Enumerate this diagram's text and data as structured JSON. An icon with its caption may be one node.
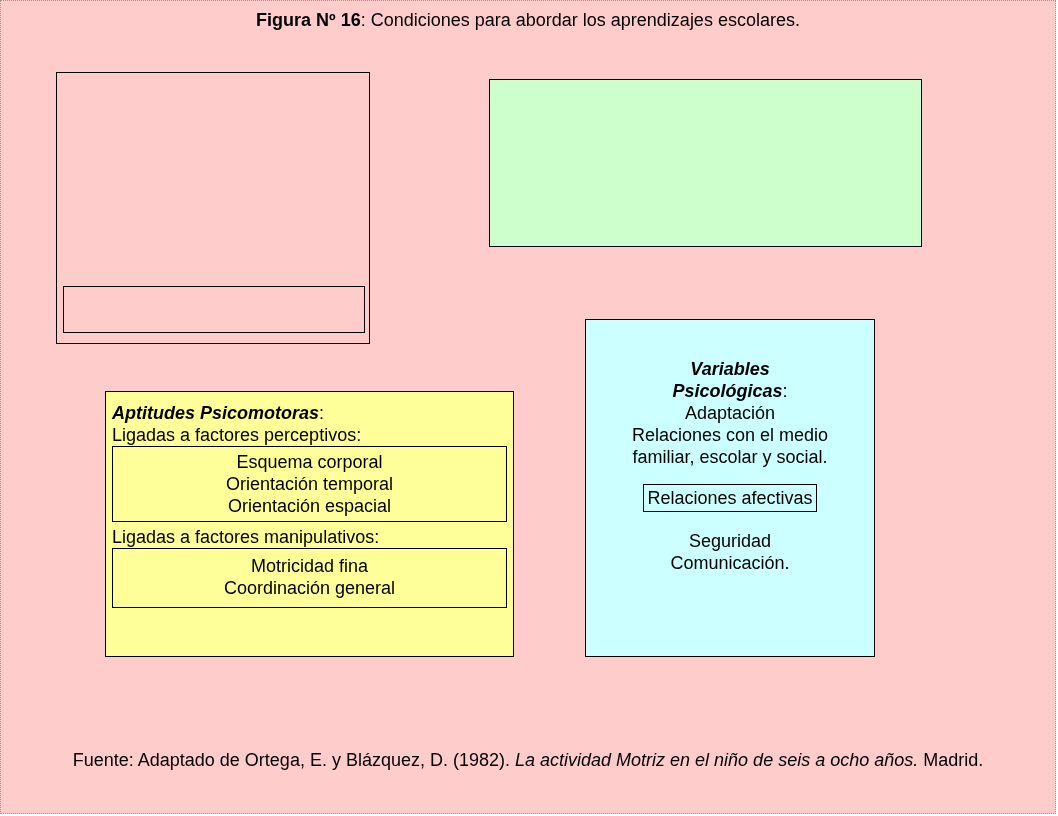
{
  "diagram": {
    "title": "**Figura Nº 16**: Condiciones para abordar los aprendizajes escolares.",
    "caption": "Fuente: Adaptado de Ortega, E. y Blázquez, D. (1982). *La actividad Motriz en el niño de seis a ocho años.* Madrid.",
    "nodes": [
      {
        "text": [],
        "shape": "box"
      },
      {
        "text": [],
        "shape": "box",
        "in": 0
      },
      {
        "text": [],
        "shape": "box"
      },
      {
        "text": [
          "**Aptitudes Psicomotoras**:",
          "Ligadas a factores perceptivos:",
          "Ligadas a factores manipulativos:"
        ]
      },
      {
        "text": [
          "Esquema corporal Orientación temporal Orientación espacial"
        ],
        "in": 3
      },
      {
        "text": [
          "Motricidad fina Coordinación general"
        ],
        "in": 3
      },
      {
        "text": [
          "**Variables Psicológicas**:",
          "Adaptación",
          "Relaciones con el medio familiar, escolar y social.",
          "Seguridad",
          "Comunicación."
        ]
      },
      {
        "text": [
          "Relaciones afectivas"
        ],
        "in": 6
      }
    ],
    "edges": []
  }
}
